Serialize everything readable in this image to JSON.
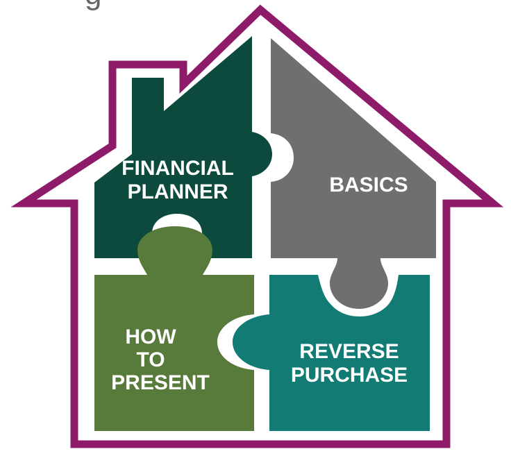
{
  "colors": {
    "house_outline": "#8e1a6a",
    "financial_planner": "#0c4a3e",
    "basics": "#6e6f71",
    "how_to_present": "#587a3a",
    "reverse_purchase": "#127b73",
    "label_text": "#ffffff",
    "cropped_title": "#666666"
  },
  "cropped_title_glyph": "g",
  "pieces": {
    "financial_planner": {
      "line1": "FINANCIAL",
      "line2": "PLANNER"
    },
    "basics": {
      "line1": "BASICS"
    },
    "how_to_present": {
      "line1": "HOW",
      "line2": "TO",
      "line3": "PRESENT"
    },
    "reverse_purchase": {
      "line1": "REVERSE",
      "line2": "PURCHASE"
    }
  }
}
